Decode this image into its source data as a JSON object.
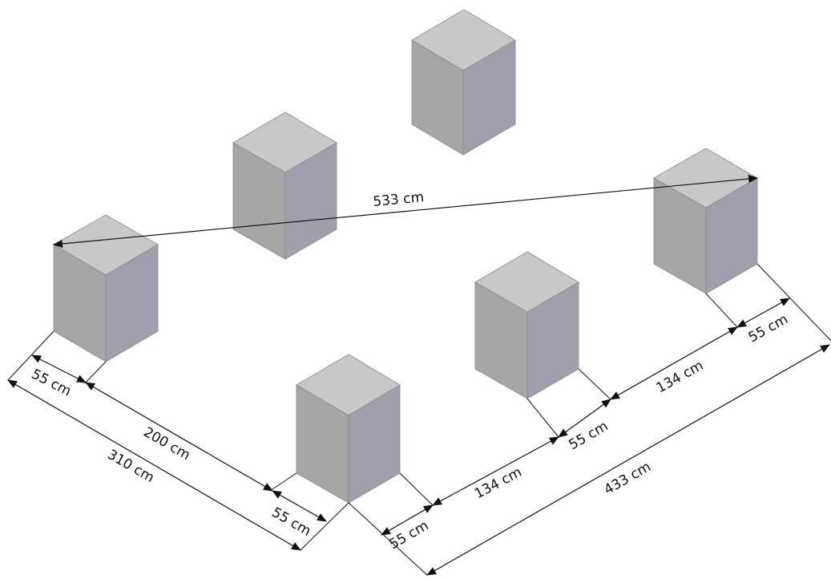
{
  "diagram": {
    "colors": {
      "top_face": "#c8c8c8",
      "left_face": "#a6a6a6",
      "right_face": "#a19fab",
      "line": "#111111",
      "background": "#ffffff"
    },
    "dimensions": [
      {
        "id": "dim-533",
        "label": "533 cm"
      },
      {
        "id": "dim-55-a",
        "label": "55 cm"
      },
      {
        "id": "dim-200",
        "label": "200 cm"
      },
      {
        "id": "dim-310",
        "label": "310 cm"
      },
      {
        "id": "dim-55-b",
        "label": "55 cm"
      },
      {
        "id": "dim-55-c",
        "label": "55 cm"
      },
      {
        "id": "dim-134-a",
        "label": "134 cm"
      },
      {
        "id": "dim-55-d",
        "label": "55 cm"
      },
      {
        "id": "dim-134-b",
        "label": "134 cm"
      },
      {
        "id": "dim-55-e",
        "label": "55 cm"
      },
      {
        "id": "dim-433",
        "label": "433 cm"
      }
    ]
  }
}
